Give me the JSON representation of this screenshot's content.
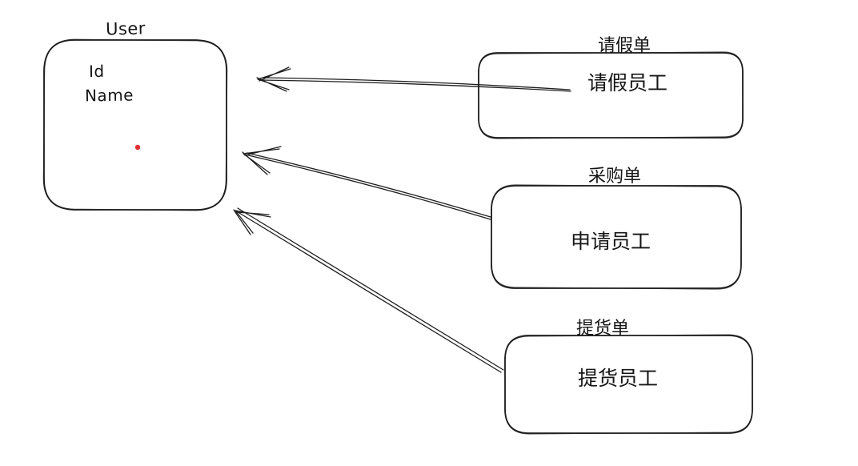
{
  "diagram": {
    "user": {
      "title": "User",
      "fields": [
        "Id",
        "Name"
      ]
    },
    "entities": [
      {
        "title": "请假单",
        "member": "请假员工"
      },
      {
        "title": "采购单",
        "member": "申请员工"
      },
      {
        "title": "提货单",
        "member": "提货员工"
      }
    ]
  },
  "colors": {
    "stroke": "#1e1e1e",
    "red_dot": "#e03131",
    "background": "#ffffff"
  }
}
